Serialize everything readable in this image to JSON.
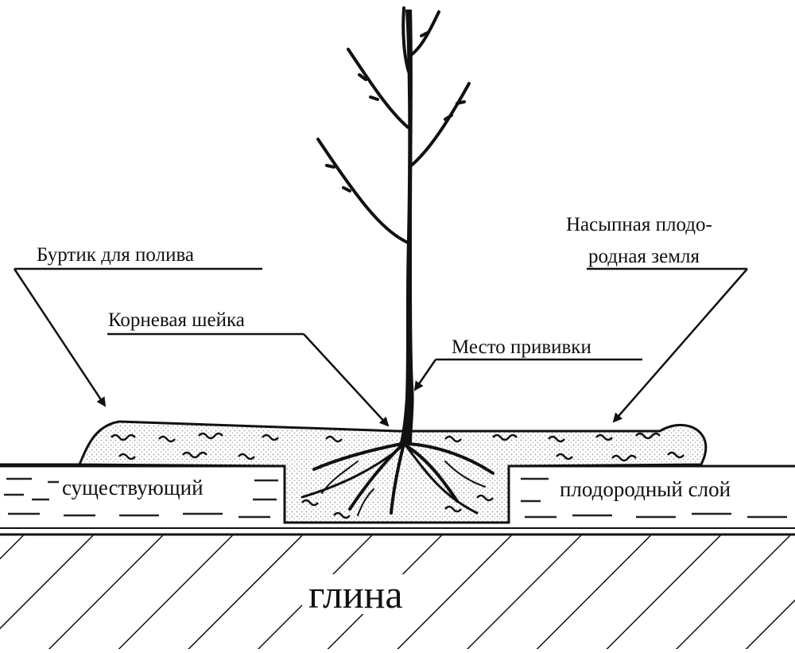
{
  "labels": {
    "watering_ridge": "Буртик для полива",
    "root_collar": "Корневая шейка",
    "graft_site": "Место прививки",
    "fill_soil_line1": "Насыпная плодо-",
    "fill_soil_line2": "родная земля",
    "existing": "существующий",
    "fertile_layer": "плодородный слой",
    "clay": "глина"
  }
}
